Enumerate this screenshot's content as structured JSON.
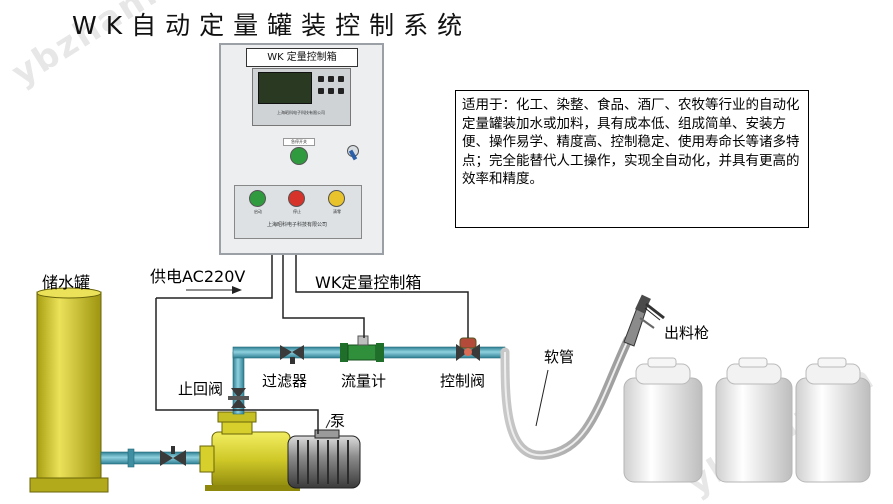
{
  "title": "WK自动定量罐装控制系统",
  "cabinet": {
    "nameplate": "WK 定量控制箱",
    "panel_text": "上海昭科电子科技有限公司",
    "panel_buttons": [
      "启动",
      "停止",
      "清零"
    ],
    "knob_label": "急停开关"
  },
  "description": "适用于：化工、染整、食品、酒厂、农牧等行业的自动化定量罐装加水或加料，具有成本低、组成简单、安装方便、操作易学、精度高、控制稳定、使用寿命长等诸多特点；完全能替代人工操作，实现全自动化，并具有更高的效率和精度。",
  "labels": {
    "tank": "储水罐",
    "power": "供电AC220V",
    "control_box": "WK定量控制箱",
    "check_valve": "止回阀",
    "filter": "过滤器",
    "flowmeter": "流量计",
    "control_valve": "控制阀",
    "pump": "泵",
    "hose": "软管",
    "gun": "出料枪"
  },
  "watermark": "ybzhan.cn",
  "colors": {
    "tank": "#d8cf2e",
    "pipe": "#4aa3b8",
    "flowmeter": "#2f8f3a",
    "pump": "#c9c92a",
    "drum": "#f4f4f4"
  }
}
